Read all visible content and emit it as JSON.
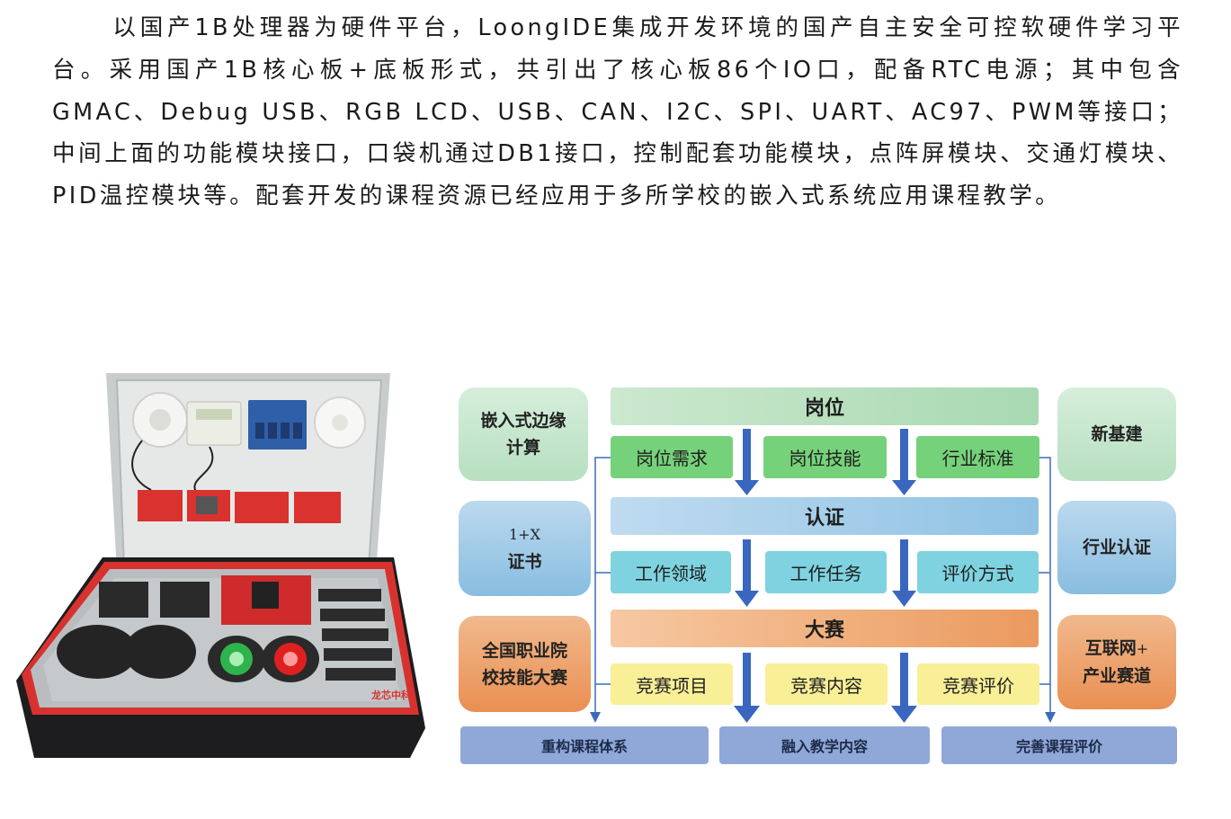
{
  "intro": "以国产1B处理器为硬件平台，LoongIDE集成开发环境的国产自主安全可控软硬件学习平台。采用国产1B核心板+底板形式，共引出了核心板86个IO口，配备RTC电源；其中包含GMAC、Debug USB、RGB LCD、USB、CAN、I2C、SPI、UART、AC97、PWM等接口；中间上面的功能模块接口，口袋机通过DB1接口，控制配套功能模块，点阵屏模块、交通灯模块、PID温控模块等。配套开发的课程资源已经应用于多所学校的嵌入式系统应用课程教学。",
  "photo": {
    "brand": "龙芯中科"
  },
  "diagram": {
    "left": [
      {
        "line1": "嵌入式边缘",
        "line2": "计算"
      },
      {
        "line1": "1+X",
        "line2": "证书"
      },
      {
        "line1": "全国职业院",
        "line2": "校技能大赛"
      }
    ],
    "right": [
      {
        "line1": "新基建"
      },
      {
        "line1": "行业认证"
      },
      {
        "line1": "互联网",
        "plus": "+",
        "line2": "产业赛道"
      }
    ],
    "bands": [
      "岗位",
      "认证",
      "大赛"
    ],
    "row1": [
      "岗位需求",
      "岗位技能",
      "行业标准"
    ],
    "row2": [
      "工作领域",
      "工作任务",
      "评价方式"
    ],
    "row3": [
      "竞赛项目",
      "竞赛内容",
      "竞赛评价"
    ],
    "bottom": [
      "重构课程体系",
      "融入教学内容",
      "完善课程评价"
    ]
  }
}
